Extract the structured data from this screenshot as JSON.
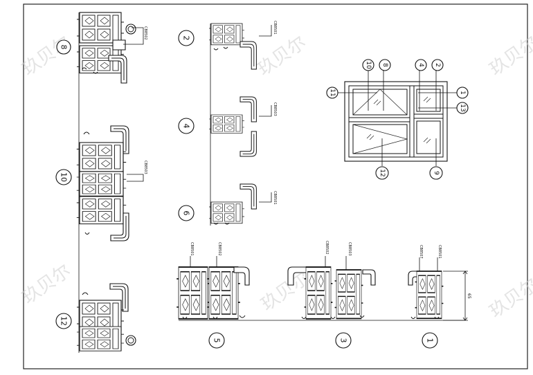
{
  "sheet": {
    "watermark_text": "玖贝尔",
    "frame_color": "#222222",
    "line_color": "#111111",
    "background": "#ffffff"
  },
  "part_codes": {
    "c1": "CB8501",
    "c2": "CB8502",
    "c3": "CB8503",
    "c7": "CB8507"
  },
  "sections": [
    {
      "id": "8",
      "label": "8"
    },
    {
      "id": "10",
      "label": "10"
    },
    {
      "id": "12",
      "label": "12"
    },
    {
      "id": "2",
      "label": "2"
    },
    {
      "id": "4",
      "label": "4"
    },
    {
      "id": "6",
      "label": "6"
    },
    {
      "id": "5",
      "label": "5"
    },
    {
      "id": "3",
      "label": "3"
    },
    {
      "id": "1",
      "label": "1"
    }
  ],
  "elevation_markers": [
    "10",
    "8",
    "4",
    "2",
    "11",
    "1",
    "13",
    "12",
    "9"
  ],
  "dimension": {
    "value": "65"
  }
}
